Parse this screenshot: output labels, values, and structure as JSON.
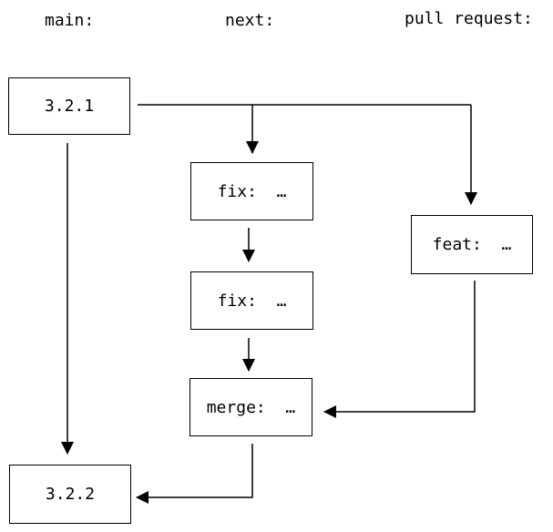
{
  "columns": {
    "main": "main:",
    "next": "next:",
    "pull_request": "pull request:"
  },
  "nodes": {
    "v321": "3.2.1",
    "fix1": "fix:  …",
    "fix2": "fix:  …",
    "feat": "feat:  …",
    "merge": "merge:  …",
    "v322": "3.2.2"
  },
  "colors": {
    "stroke": "#000000",
    "background": "#ffffff"
  }
}
